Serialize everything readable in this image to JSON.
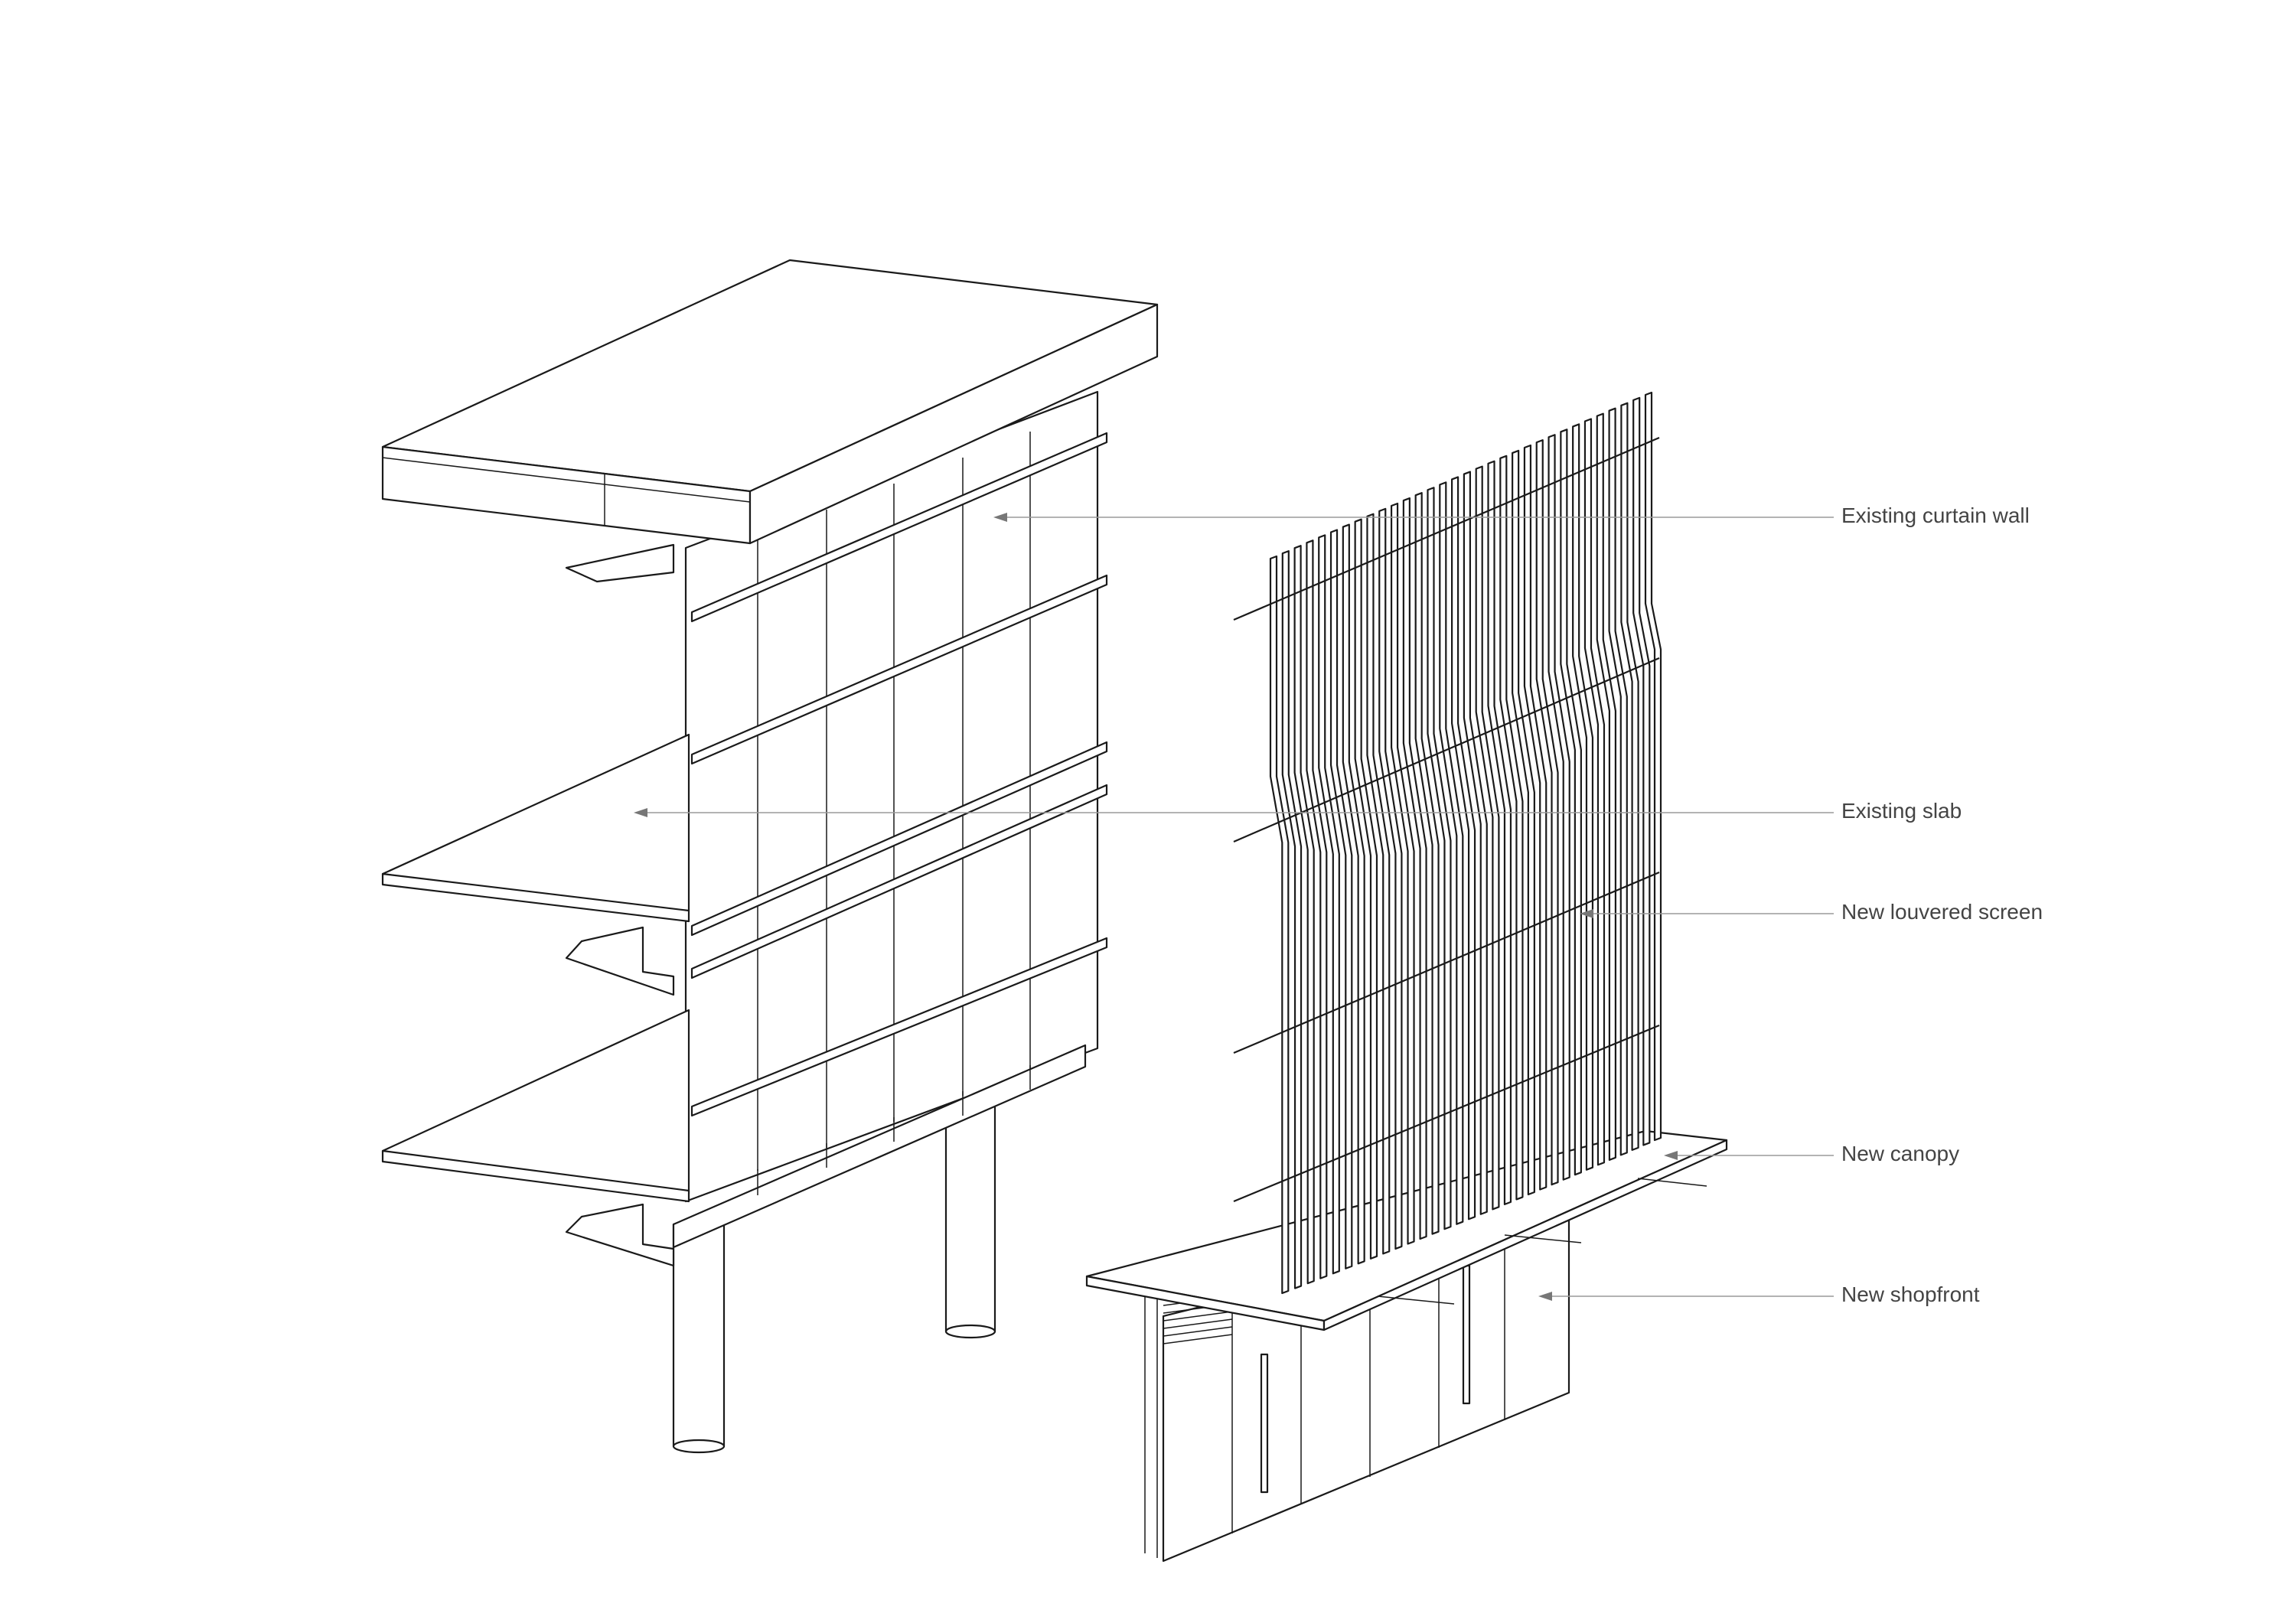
{
  "diagram": {
    "annotations": [
      {
        "id": "curtain",
        "label": "Existing curtain wall"
      },
      {
        "id": "slab",
        "label": "Existing slab"
      },
      {
        "id": "louver",
        "label": "New louvered screen"
      },
      {
        "id": "canopy",
        "label": "New canopy"
      },
      {
        "id": "shopfront",
        "label": "New shopfront"
      }
    ],
    "colors": {
      "line": "#1a1a1a",
      "leader": "#9a9a9a",
      "label": "#444444",
      "background": "#ffffff"
    }
  }
}
